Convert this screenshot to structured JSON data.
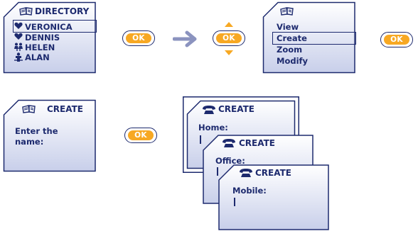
{
  "colors": {
    "navy": "#1d2a6e",
    "screen_top": "#ffffff",
    "screen_bottom": "#c8cfea",
    "ok_fill": "#f7a823",
    "arrow": "#8b93bf"
  },
  "directory": {
    "title": "DIRECTORY",
    "contacts": [
      {
        "name": "VERONICA",
        "icon": "heart-icon",
        "selected": true
      },
      {
        "name": "DENNIS",
        "icon": "heart-icon",
        "selected": false
      },
      {
        "name": "HELEN",
        "icon": "family-icon",
        "selected": false
      },
      {
        "name": "ALAN",
        "icon": "person-icon",
        "selected": false
      }
    ]
  },
  "menu": {
    "items": [
      "View",
      "Create",
      "Zoom",
      "Modify"
    ],
    "selected": "Create"
  },
  "ok_label": "OK",
  "create_screen": {
    "title": "CREATE",
    "prompt_line1": "Enter the",
    "prompt_line2": "name:"
  },
  "stack": [
    {
      "title": "CREATE",
      "field": "Home:"
    },
    {
      "title": "CREATE",
      "field": "Office:"
    },
    {
      "title": "CREATE",
      "field": "Mobile:"
    }
  ]
}
